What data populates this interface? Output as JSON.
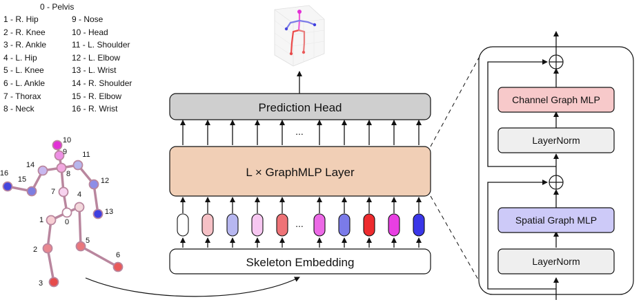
{
  "legend": {
    "title": "0 - Pelvis",
    "left": [
      "1 - R. Hip",
      "2 - R. Knee",
      "3 - R. Ankle",
      "4 - L. Hip",
      "5 - L. Knee",
      "6 - L. Ankle",
      "7 - Thorax",
      "8 - Neck"
    ],
    "right": [
      "9 - Nose",
      "10 - Head",
      "11 - L. Shoulder",
      "12 - L. Elbow",
      "13 - L. Wrist",
      "14 - R. Shoulder",
      "15 - R. Elbow",
      "16 - R. Wrist"
    ]
  },
  "skeleton": {
    "joints": [
      {
        "id": "0",
        "color": "#ffffff"
      },
      {
        "id": "1",
        "color": "#f7cfd4"
      },
      {
        "id": "2",
        "color": "#e98790"
      },
      {
        "id": "3",
        "color": "#e64b4b"
      },
      {
        "id": "4",
        "color": "#f3d8dc"
      },
      {
        "id": "5",
        "color": "#e9767c"
      },
      {
        "id": "6",
        "color": "#ea5a5a"
      },
      {
        "id": "7",
        "color": "#f7d3ef"
      },
      {
        "id": "8",
        "color": "#f2a8e0"
      },
      {
        "id": "9",
        "color": "#ee8fe6"
      },
      {
        "id": "10",
        "color": "#e230d6"
      },
      {
        "id": "11",
        "color": "#b6b6ec"
      },
      {
        "id": "12",
        "color": "#8d8de7"
      },
      {
        "id": "13",
        "color": "#3f3fe0"
      },
      {
        "id": "14",
        "color": "#c8b8ef"
      },
      {
        "id": "15",
        "color": "#7d7de0"
      },
      {
        "id": "16",
        "color": "#4646dd"
      }
    ],
    "bone_color": "#b9869e"
  },
  "main": {
    "prediction_head": "Prediction Head",
    "graphmlp_layer": "L × GraphMLP Layer",
    "skeleton_embedding": "Skeleton Embedding",
    "ellipsis_top": "...",
    "ellipsis_tokens": "...",
    "token_colors": [
      "#ffffff",
      "#f6c1c6",
      "#b7b7f0",
      "#f7c7f1",
      "#ee7377",
      "#ec69e6",
      "#7b7be9",
      "#ee2b2e",
      "#e83fe2",
      "#3a36e8"
    ],
    "prediction_head_color": "#cfcfcf",
    "graphmlp_color": "#f1cfb6"
  },
  "detail": {
    "channel_mlp": "Channel Graph MLP",
    "layernorm_top": "LayerNorm",
    "spatial_mlp": "Spatial Graph MLP",
    "layernorm_bottom": "LayerNorm",
    "channel_mlp_color": "#f7c9ca",
    "spatial_mlp_color": "#cdcaf8",
    "layernorm_color": "#efefef"
  }
}
